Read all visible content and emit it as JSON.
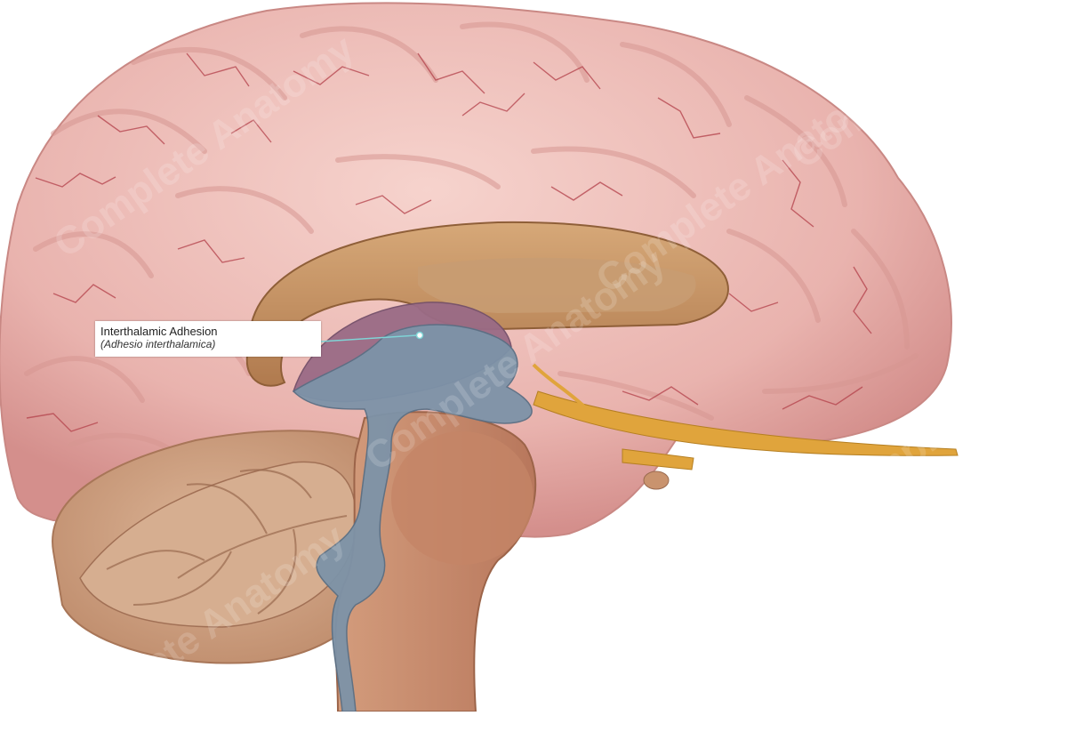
{
  "label": {
    "title": "Interthalamic Adhesion",
    "subtitle": "(Adhesio interthalamica)"
  },
  "watermark": {
    "text": "Complete Anatomy"
  },
  "colors": {
    "cortex": "#e9b3ae",
    "cortex_vessel": "#b3404a",
    "corpus_callosum": "#c79566",
    "ventricle": "#7d93a8",
    "brainstem": "#c38a6c",
    "cerebellum": "#d3a789",
    "nerve": "#e0a43c",
    "label_line": "#7fd4d6"
  }
}
